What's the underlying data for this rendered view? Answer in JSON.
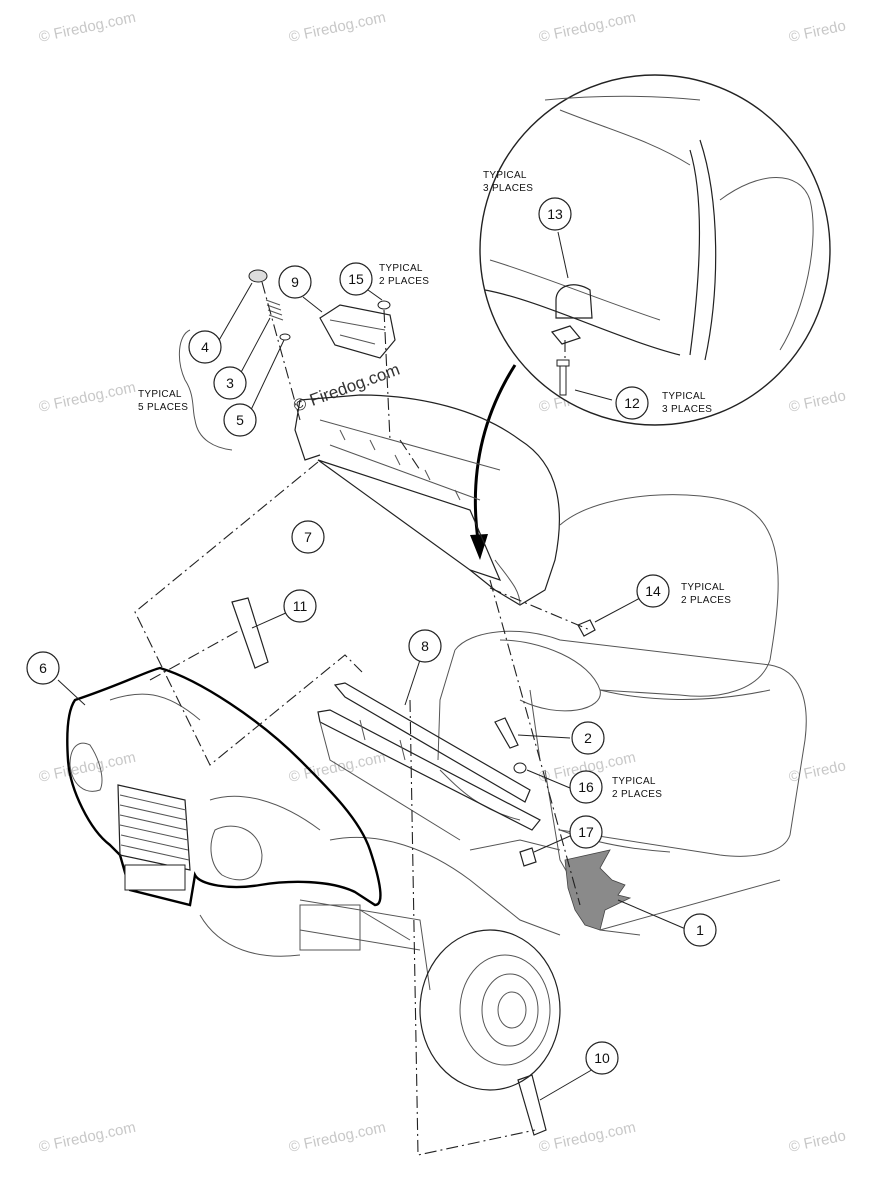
{
  "watermarks": {
    "top_1": "© Firedog.com",
    "top_2": "© Firedog.com",
    "top_3": "© Firedog.com",
    "top_4": "© Firedo",
    "mid_left": "© Firedog.com",
    "mid_center": "© Firedog.com",
    "mid_right": "© Firedo",
    "row3_left": "© Firedog.com",
    "row3_center": "© Firedog.com",
    "row3_center2": "© Firedog.com",
    "row3_right": "© Firedo",
    "bottom_1": "© Firedog.com",
    "bottom_2": "© Firedog.com",
    "bottom_3": "© Firedog.com",
    "bottom_4": "© Firedo",
    "dark": "© Firedog.com"
  },
  "callouts": {
    "c1": "1",
    "c2": "2",
    "c3": "3",
    "c4": "4",
    "c5": "5",
    "c6": "6",
    "c7": "7",
    "c8": "8",
    "c9": "9",
    "c10": "10",
    "c11": "11",
    "c12": "12",
    "c13": "13",
    "c14": "14",
    "c15": "15",
    "c16": "16",
    "c17": "17"
  },
  "notes": {
    "n5_line1": "TYPICAL",
    "n5_line2": "5 PLACES",
    "n15_line1": "TYPICAL",
    "n15_line2": "2 PLACES",
    "n13_line1": "TYPICAL",
    "n13_line2": "3 PLACES",
    "n12_line1": "TYPICAL",
    "n12_line2": "3 PLACES",
    "n14_line1": "TYPICAL",
    "n14_line2": "2 PLACES",
    "n16_line1": "TYPICAL",
    "n16_line2": "2 PLACES"
  }
}
